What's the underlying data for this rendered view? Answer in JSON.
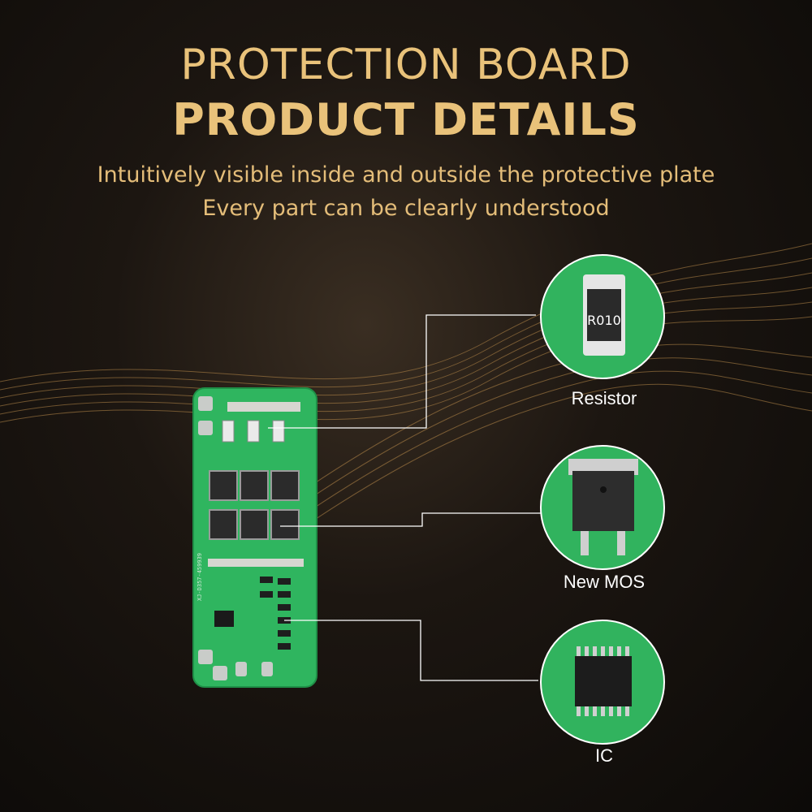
{
  "heading": {
    "line1": "PROTECTION BOARD",
    "line2": "PRODUCT DETAILS"
  },
  "subtitle": {
    "line1": "Intuitively visible inside and outside the protective plate",
    "line2": "Every part can be clearly understood"
  },
  "board": {
    "silkscreen": "XJ-D357-459939"
  },
  "callouts": [
    {
      "label": "Resistor",
      "marking": "R010"
    },
    {
      "label": "New MOS"
    },
    {
      "label": "IC"
    }
  ],
  "colors": {
    "gold": "#e9c27a",
    "pcb_green": "#2fb55f",
    "leader_line": "#ffffff"
  }
}
